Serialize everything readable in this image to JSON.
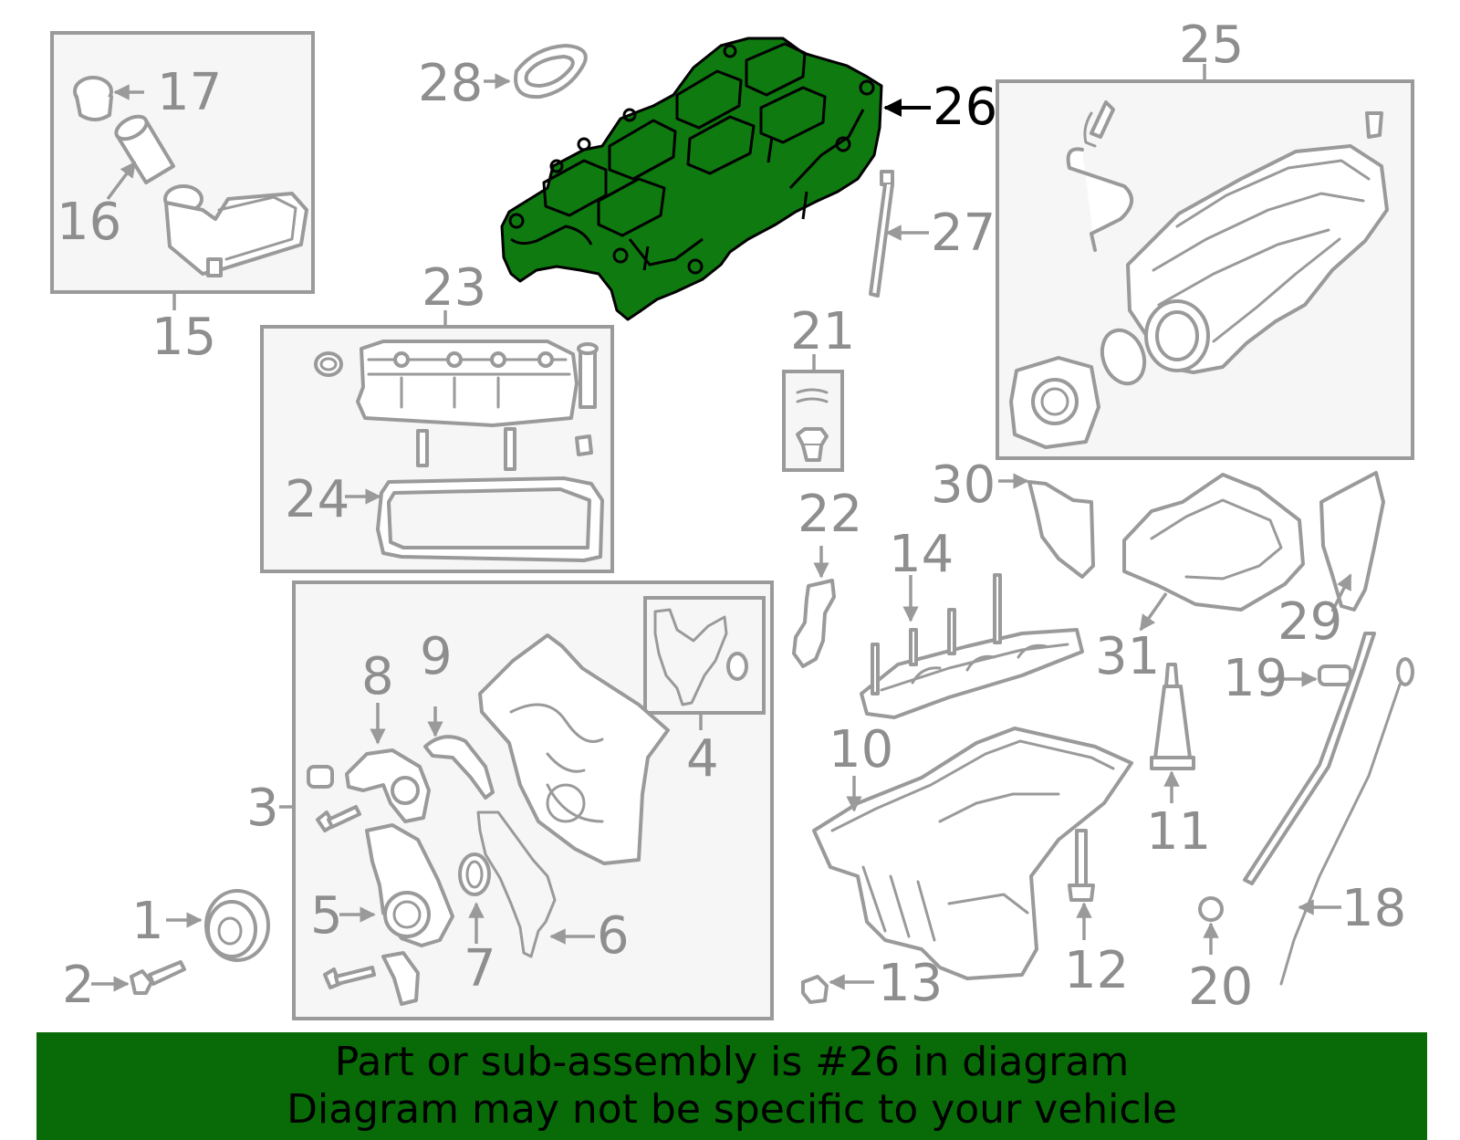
{
  "highlight": {
    "part_number": "26",
    "color": "#0f7a0f"
  },
  "callouts": {
    "c1": "1",
    "c2": "2",
    "c3": "3",
    "c4": "4",
    "c5": "5",
    "c6": "6",
    "c7": "7",
    "c8": "8",
    "c9": "9",
    "c10": "10",
    "c11": "11",
    "c12": "12",
    "c13": "13",
    "c14": "14",
    "c15": "15",
    "c16": "16",
    "c17": "17",
    "c18": "18",
    "c19": "19",
    "c20": "20",
    "c21": "21",
    "c22": "22",
    "c23": "23",
    "c24": "24",
    "c25": "25",
    "c26": "26",
    "c27": "27",
    "c28": "28",
    "c29": "29",
    "c30": "30",
    "c31": "31"
  },
  "banner": {
    "line1": "Part or sub-assembly is #26 in diagram",
    "line2": "Diagram may not be specific to your vehicle"
  }
}
